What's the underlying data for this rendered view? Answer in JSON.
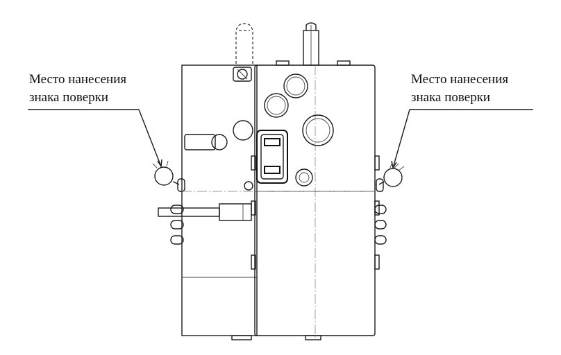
{
  "labels": {
    "left": {
      "line1": "Место нанесения",
      "line2": "знака поверки"
    },
    "right": {
      "line1": "Место нанесения",
      "line2": "знака поверки"
    }
  },
  "colors": {
    "line": "#1a1a1a",
    "background": "#ffffff"
  }
}
